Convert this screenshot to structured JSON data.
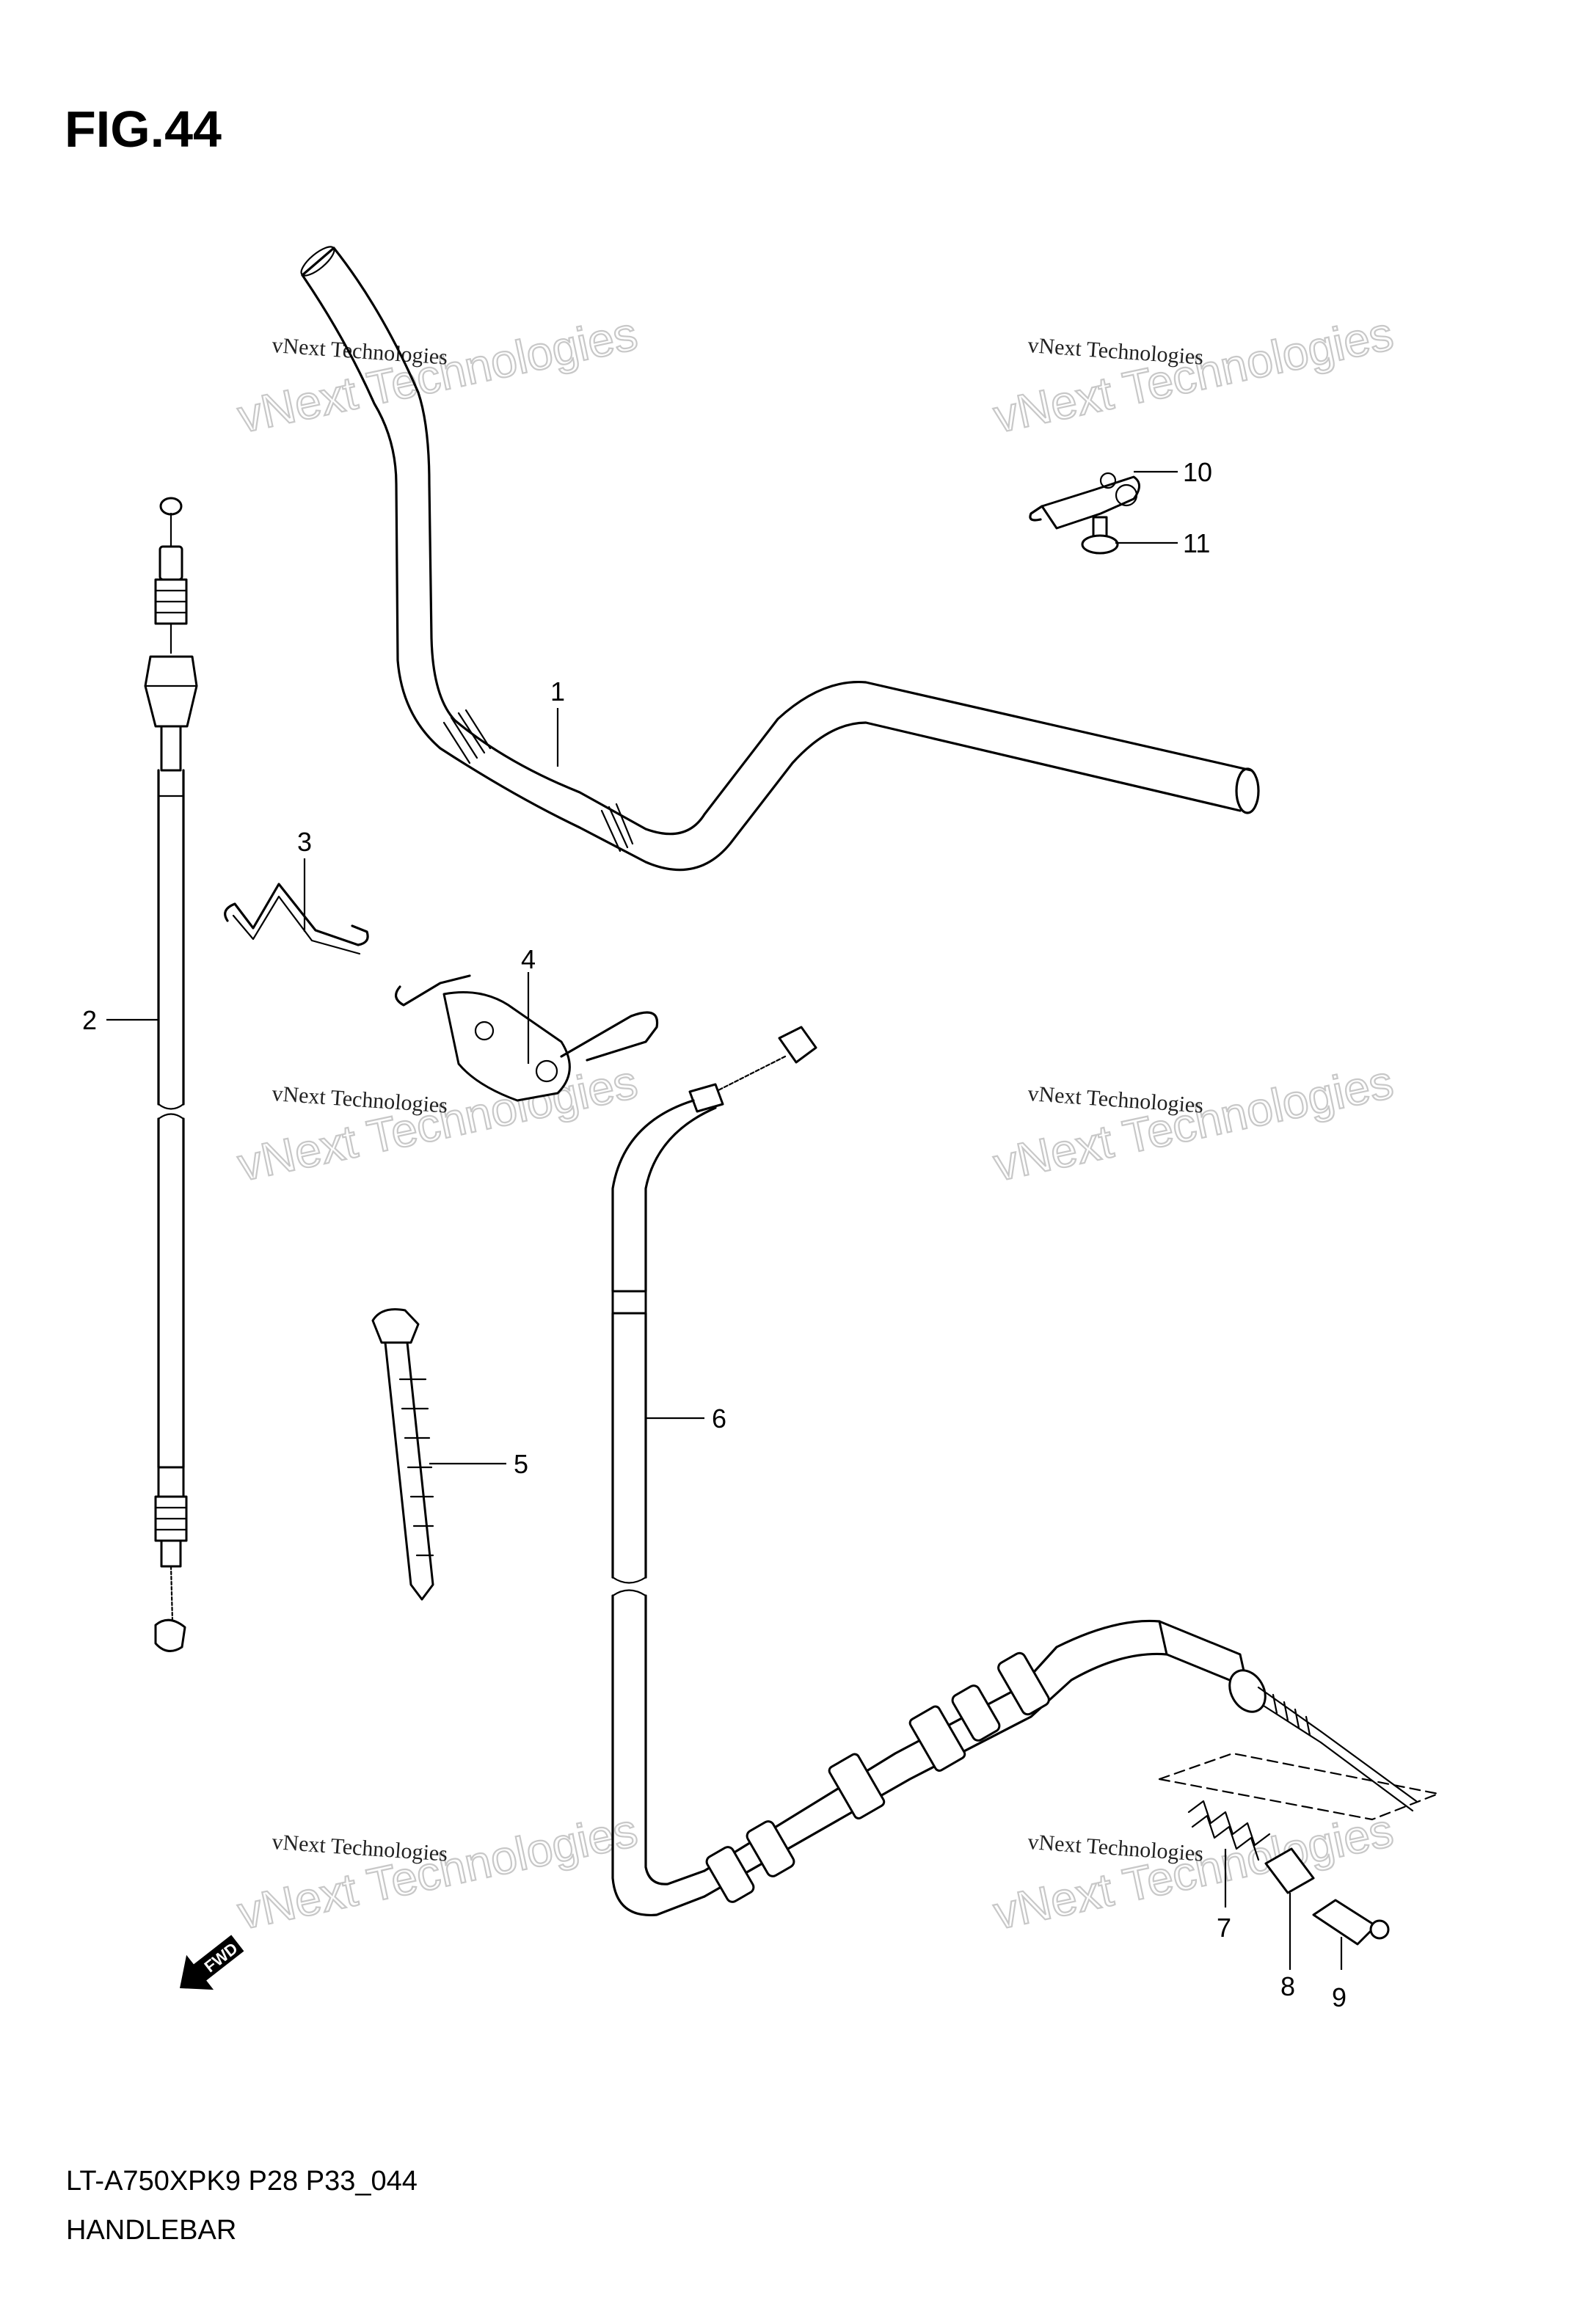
{
  "header": {
    "figure_label": "FIG.44"
  },
  "footer": {
    "model_code": "LT-A750XPK9 P28 P33_044",
    "section_title": "HANDLEBAR"
  },
  "callouts": [
    "1",
    "2",
    "3",
    "4",
    "5",
    "6",
    "7",
    "8",
    "9",
    "10",
    "11"
  ],
  "watermark": {
    "small_text": "vNext Technologies",
    "big_text": "vNext Technologies"
  },
  "direction_arrow": {
    "label": "FWD"
  }
}
